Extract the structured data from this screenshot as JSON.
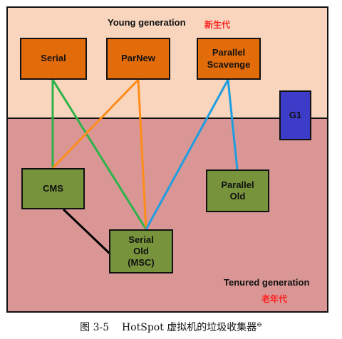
{
  "regions": {
    "young": {
      "title": "Young generation",
      "title_cn": "新生代"
    },
    "tenured": {
      "title": "Tenured generation",
      "title_cn": "老年代"
    }
  },
  "collectors": {
    "serial": "Serial",
    "parnew": "ParNew",
    "parallel_scavenge": "Parallel\nScavenge",
    "g1": "G1",
    "cms": "CMS",
    "parallel_old": "Parallel\nOld",
    "serial_old": "Serial\nOld\n(MSC)"
  },
  "caption": {
    "label": "图 3-5",
    "text": "HotSpot 虚拟机的垃圾收集器",
    "footnote_mark": "⊖"
  },
  "colors": {
    "young_bg": "#f9d5bd",
    "tenured_bg": "#d99694",
    "young_box": "#e36c0a",
    "old_box": "#77933c",
    "g1_box": "#3c3cc8",
    "link_serial": "#2db34a",
    "link_parnew": "#ff8c1a",
    "link_parallel_scavenge": "#1e9ee0",
    "link_cms_serial_old": "#000000"
  }
}
